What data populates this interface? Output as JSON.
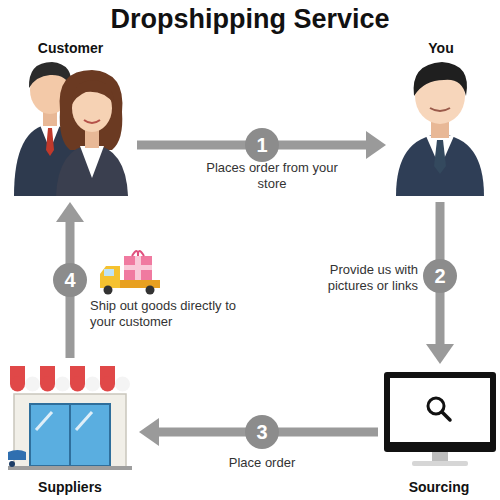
{
  "diagram": {
    "title": "Dropshipping Service",
    "nodes": [
      {
        "text": [
          "Customer"
        ]
      },
      {
        "text": [
          "You"
        ]
      },
      {
        "text": [
          "Suppliers"
        ]
      },
      {
        "text": [
          "Sourcing"
        ]
      }
    ],
    "edges": [
      {
        "from": 0,
        "to": 1,
        "label": "Places order from your store",
        "arrow": "to"
      },
      {
        "from": 1,
        "to": 3,
        "label": "Provide us with pictures or links",
        "arrow": "to"
      },
      {
        "from": 3,
        "to": 2,
        "label": "Place order",
        "arrow": "to"
      },
      {
        "from": 2,
        "to": 0,
        "label": "Ship out goods directly to your customer",
        "arrow": "to"
      }
    ],
    "labels": [
      "1",
      "2",
      "3",
      "4"
    ]
  }
}
